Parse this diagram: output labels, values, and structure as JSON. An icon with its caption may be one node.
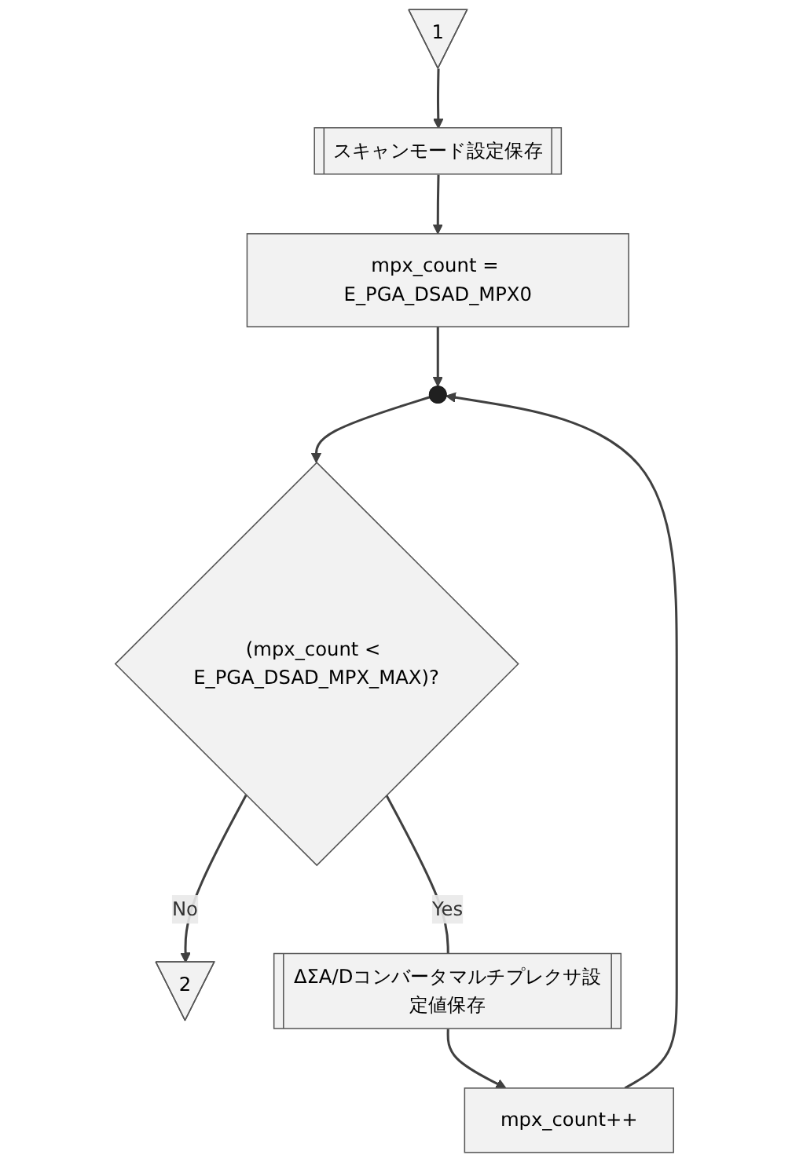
{
  "diagram": {
    "nodes": [
      {
        "text": [
          "1"
        ]
      },
      {
        "text": [
          "スキャンモード設定保存"
        ]
      },
      {
        "text": [
          "mpx_count = E_PGA_DSAD_MPX0"
        ]
      },
      {
        "text": [],
        "shape": "circle"
      },
      {
        "text": [
          "(mpx_count < E_PGA_DSAD_MPX_MAX)?"
        ]
      },
      {
        "text": [
          "2"
        ]
      },
      {
        "text": [
          "ΔΣA/Dコンバータマルチプレクサ設定値保存"
        ]
      },
      {
        "text": [
          "mpx_count++"
        ]
      }
    ],
    "edges": [
      {
        "from": 0,
        "to": 1,
        "arrow": "to"
      },
      {
        "from": 1,
        "to": 2,
        "arrow": "to"
      },
      {
        "from": 2,
        "to": 3,
        "arrow": "to"
      },
      {
        "from": 7,
        "to": 3,
        "arrow": "to"
      },
      {
        "from": 3,
        "to": 4,
        "arrow": "to"
      },
      {
        "from": 4,
        "to": 5,
        "label": "No",
        "arrow": "to"
      },
      {
        "from": 4,
        "to": 6,
        "label": "Yes",
        "arrow": "none"
      },
      {
        "from": 6,
        "to": 7,
        "arrow": "to"
      }
    ]
  }
}
